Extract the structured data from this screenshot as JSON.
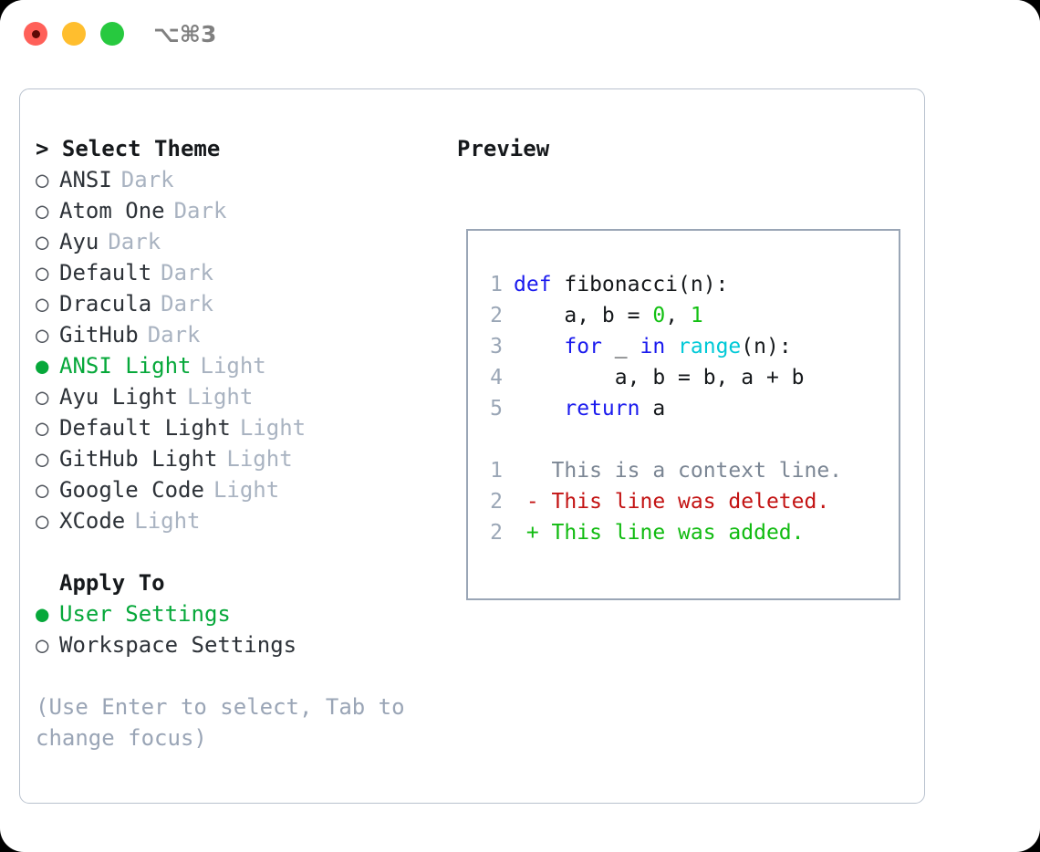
{
  "titlebar": {
    "shortcut": "⌥⌘3",
    "dots": [
      "close-dot",
      "minimize-dot",
      "maximize-dot"
    ]
  },
  "left": {
    "heading": "> Select Theme",
    "themes": [
      {
        "bullet": "○",
        "name": "ANSI",
        "suffix": "Dark",
        "selected": false
      },
      {
        "bullet": "○",
        "name": "Atom One",
        "suffix": "Dark",
        "selected": false
      },
      {
        "bullet": "○",
        "name": "Ayu",
        "suffix": "Dark",
        "selected": false
      },
      {
        "bullet": "○",
        "name": "Default",
        "suffix": "Dark",
        "selected": false
      },
      {
        "bullet": "○",
        "name": "Dracula",
        "suffix": "Dark",
        "selected": false
      },
      {
        "bullet": "○",
        "name": "GitHub",
        "suffix": "Dark",
        "selected": false
      },
      {
        "bullet": "●",
        "name": "ANSI Light",
        "suffix": "Light",
        "selected": true
      },
      {
        "bullet": "○",
        "name": "Ayu Light",
        "suffix": "Light",
        "selected": false
      },
      {
        "bullet": "○",
        "name": "Default Light",
        "suffix": "Light",
        "selected": false
      },
      {
        "bullet": "○",
        "name": "GitHub Light",
        "suffix": "Light",
        "selected": false
      },
      {
        "bullet": "○",
        "name": "Google Code",
        "suffix": "Light",
        "selected": false
      },
      {
        "bullet": "○",
        "name": "XCode",
        "suffix": "Light",
        "selected": false
      }
    ],
    "apply_to_heading": "Apply To",
    "apply_to": [
      {
        "bullet": "●",
        "name": "User Settings",
        "selected": true
      },
      {
        "bullet": "○",
        "name": "Workspace Settings",
        "selected": false
      }
    ],
    "hint": "(Use Enter to select, Tab to change focus)"
  },
  "right": {
    "preview_label": "Preview",
    "code_lines": [
      {
        "num": "1",
        "tokens": [
          {
            "t": "def ",
            "c": "kw"
          },
          {
            "t": "fibonacci(n):",
            "c": "id"
          }
        ]
      },
      {
        "num": "2",
        "tokens": [
          {
            "t": "    a, b = ",
            "c": "id"
          },
          {
            "t": "0",
            "c": "num"
          },
          {
            "t": ", ",
            "c": "id"
          },
          {
            "t": "1",
            "c": "num"
          }
        ]
      },
      {
        "num": "3",
        "tokens": [
          {
            "t": "    ",
            "c": "id"
          },
          {
            "t": "for",
            "c": "kw"
          },
          {
            "t": " _ ",
            "c": "id"
          },
          {
            "t": "in",
            "c": "kw"
          },
          {
            "t": " ",
            "c": "id"
          },
          {
            "t": "range",
            "c": "fn"
          },
          {
            "t": "(n):",
            "c": "id"
          }
        ]
      },
      {
        "num": "4",
        "tokens": [
          {
            "t": "        a, b = b, a + b",
            "c": "id"
          }
        ]
      },
      {
        "num": "5",
        "tokens": [
          {
            "t": "    ",
            "c": "id"
          },
          {
            "t": "return",
            "c": "kw"
          },
          {
            "t": " a",
            "c": "id"
          }
        ]
      },
      {
        "num": "",
        "tokens": [
          {
            "t": "",
            "c": "id"
          }
        ]
      },
      {
        "num": "1",
        "tokens": [
          {
            "t": "   This is a context line.",
            "c": "ctx"
          }
        ]
      },
      {
        "num": "2",
        "tokens": [
          {
            "t": " - This line was deleted.",
            "c": "del"
          }
        ]
      },
      {
        "num": "2",
        "tokens": [
          {
            "t": " + This line was added.",
            "c": "add"
          }
        ]
      }
    ]
  },
  "colors": {
    "accent_green": "#06a83a",
    "muted": "#a9b3c1",
    "border": "#9aa6b6",
    "keyword": "#1a1aee",
    "function": "#00c9d7",
    "number": "#13c013",
    "diff_delete": "#c31313",
    "diff_add": "#11bb11"
  }
}
